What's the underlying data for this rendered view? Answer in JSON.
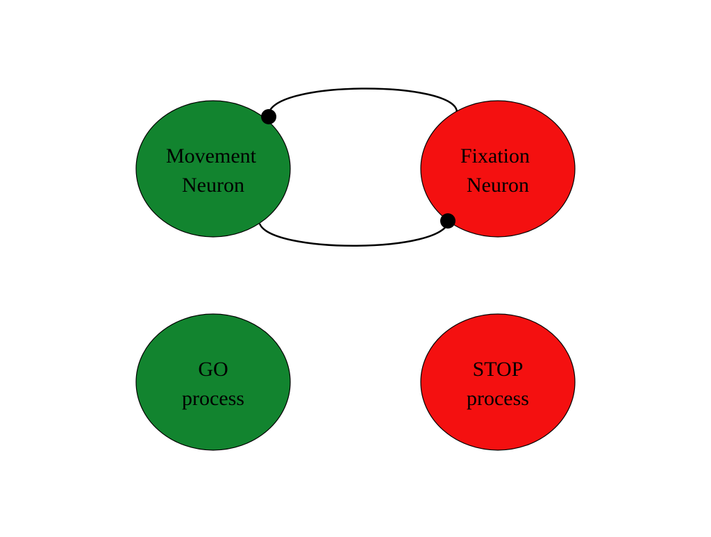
{
  "colors": {
    "go": "#12842F",
    "stop": "#F41010",
    "outline": "#000000",
    "background": "#FFFFFF"
  },
  "nodes": {
    "movement": {
      "line1": "Movement",
      "line2": "Neuron"
    },
    "fixation": {
      "line1": "Fixation",
      "line2": "Neuron"
    },
    "go": {
      "line1": "GO",
      "line2": "process"
    },
    "stop": {
      "line1": "STOP",
      "line2": "process"
    }
  },
  "connections": [
    {
      "from": "fixation",
      "to": "movement",
      "terminal": "filled-circle",
      "route": "top"
    },
    {
      "from": "movement",
      "to": "fixation",
      "terminal": "filled-circle",
      "route": "bottom"
    }
  ]
}
